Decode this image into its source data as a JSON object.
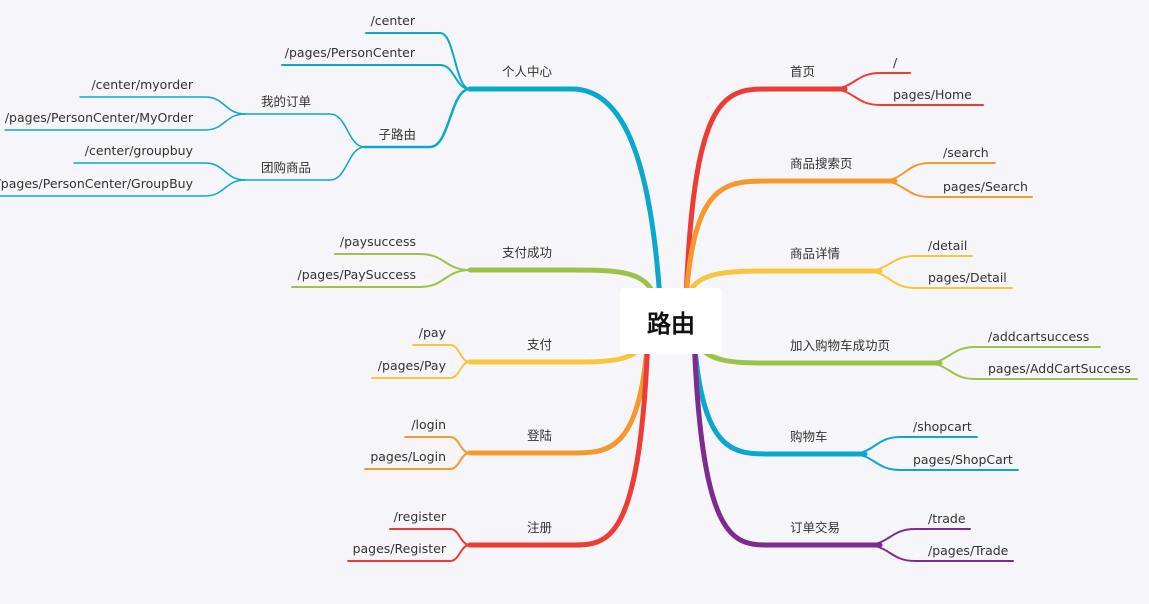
{
  "root": {
    "label": "路由"
  },
  "colors": {
    "cyan": "#0aa8cf",
    "red": "#ee3b33",
    "orange": "#f7982e",
    "yellow": "#f8c63c",
    "green": "#9dc248",
    "purple": "#7f2a91",
    "background": "#f5f5fa"
  },
  "right": [
    {
      "label": "首页",
      "color": "#ee3b33",
      "children": [
        {
          "label": "/"
        },
        {
          "label": "pages/Home"
        }
      ]
    },
    {
      "label": "商品搜索页",
      "color": "#f7982e",
      "children": [
        {
          "label": "/search"
        },
        {
          "label": "pages/Search"
        }
      ]
    },
    {
      "label": "商品详情",
      "color": "#f8c63c",
      "children": [
        {
          "label": "/detail"
        },
        {
          "label": "pages/Detail"
        }
      ]
    },
    {
      "label": "加入购物车成功页",
      "color": "#9dc248",
      "children": [
        {
          "label": "/addcartsuccess"
        },
        {
          "label": "pages/AddCartSuccess"
        }
      ]
    },
    {
      "label": "购物车",
      "color": "#0aa8cf",
      "children": [
        {
          "label": "/shopcart"
        },
        {
          "label": "pages/ShopCart"
        }
      ]
    },
    {
      "label": "订单交易",
      "color": "#7f2a91",
      "children": [
        {
          "label": "/trade"
        },
        {
          "label": "/pages/Trade"
        }
      ]
    }
  ],
  "left": [
    {
      "label": "个人中心",
      "color": "#0aa8cf",
      "children": [
        {
          "label": "/center"
        },
        {
          "label": "/pages/PersonCenter"
        },
        {
          "label": "子路由",
          "children": [
            {
              "label": "我的订单",
              "children": [
                {
                  "label": "/center/myorder"
                },
                {
                  "label": "/pages/PersonCenter/MyOrder"
                }
              ]
            },
            {
              "label": "团购商品",
              "children": [
                {
                  "label": "/center/groupbuy"
                },
                {
                  "label": "/pages/PersonCenter/GroupBuy"
                }
              ]
            }
          ]
        }
      ]
    },
    {
      "label": "支付成功",
      "color": "#9dc248",
      "children": [
        {
          "label": "/paysuccess"
        },
        {
          "label": "/pages/PaySuccess"
        }
      ]
    },
    {
      "label": "支付",
      "color": "#f8c63c",
      "children": [
        {
          "label": "/pay"
        },
        {
          "label": "/pages/Pay"
        }
      ]
    },
    {
      "label": "登陆",
      "color": "#f7982e",
      "children": [
        {
          "label": "/login"
        },
        {
          "label": "pages/Login"
        }
      ]
    },
    {
      "label": "注册",
      "color": "#ee3b33",
      "children": [
        {
          "label": "/register"
        },
        {
          "label": "pages/Register"
        }
      ]
    }
  ]
}
